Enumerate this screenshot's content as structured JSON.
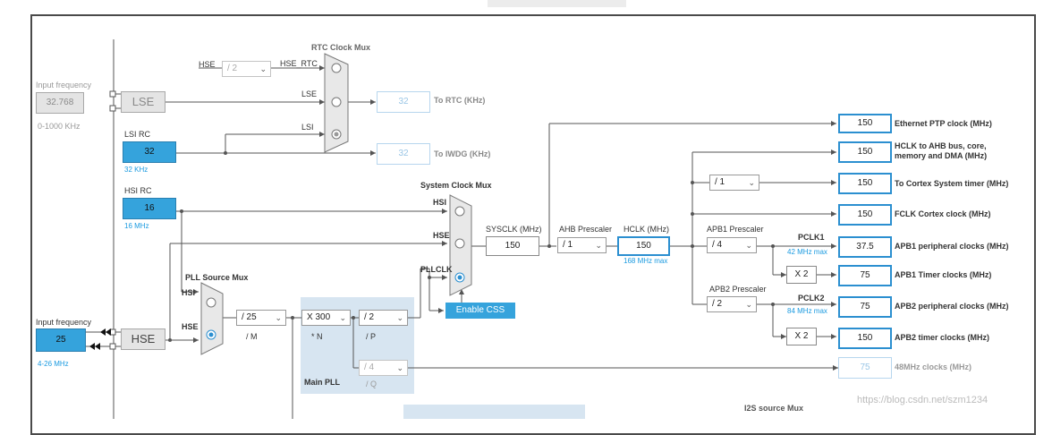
{
  "header": {
    "title_fragment": "g",
    "title_fragment2": "( )"
  },
  "lse": {
    "input_label": "Input frequency",
    "input_value": "32.768",
    "range": "0-1000 KHz",
    "block": "LSE"
  },
  "lsi": {
    "title": "LSI RC",
    "value": "32",
    "unit": "32 KHz"
  },
  "hsi": {
    "title": "HSI RC",
    "value": "16",
    "unit": "16 MHz"
  },
  "hse": {
    "input_label": "Input frequency",
    "input_value": "25",
    "range": "4-26 MHz",
    "block": "HSE"
  },
  "rtc_mux": {
    "title": "RTC Clock Mux",
    "hse_label": "HSE",
    "div": "/ 2",
    "hse_rtc": "HSE_RTC",
    "lse": "LSE",
    "lsi": "LSI",
    "rtc_value": "32",
    "rtc_label": "To RTC (KHz)",
    "iwdg_value": "32",
    "iwdg_label": "To IWDG (KHz)"
  },
  "sys_mux": {
    "title": "System Clock Mux",
    "hsi": "HSI",
    "hse": "HSE",
    "pllclk": "PLLCLK",
    "css_button": "Enable CSS"
  },
  "pll_src_mux": {
    "title": "PLL Source Mux",
    "hsi": "HSI",
    "hse": "HSE"
  },
  "pll": {
    "m_value": "/ 25",
    "m_label": "/ M",
    "n_value": "X 300",
    "n_label": "* N",
    "p_value": "/ 2",
    "p_label": "/ P",
    "q_value": "/ 4",
    "q_label": "/ Q",
    "panel_label": "Main PLL"
  },
  "sysclk": {
    "label": "SYSCLK (MHz)",
    "value": "150"
  },
  "ahb": {
    "label": "AHB Prescaler",
    "value": "/ 1"
  },
  "hclk": {
    "label": "HCLK (MHz)",
    "value": "150",
    "max": "168 MHz max"
  },
  "apb1": {
    "label": "APB1 Prescaler",
    "value": "/ 4",
    "pclk": "PCLK1",
    "max": "42 MHz max",
    "mult": "X 2"
  },
  "apb2": {
    "label": "APB2 Prescaler",
    "value": "/ 2",
    "pclk": "PCLK2",
    "max": "84 MHz max",
    "mult": "X 2"
  },
  "cortex_div": "/ 1",
  "outputs": [
    {
      "value": "150",
      "label": "Ethernet PTP clock (MHz)"
    },
    {
      "value": "150",
      "label": "HCLK to AHB bus, core, memory and DMA (MHz)"
    },
    {
      "value": "150",
      "label": "To Cortex System timer (MHz)"
    },
    {
      "value": "150",
      "label": "FCLK Cortex clock (MHz)"
    },
    {
      "value": "37.5",
      "label": "APB1 peripheral clocks (MHz)"
    },
    {
      "value": "75",
      "label": "APB1 Timer clocks (MHz)"
    },
    {
      "value": "75",
      "label": "APB2 peripheral clocks (MHz)"
    },
    {
      "value": "150",
      "label": "APB2 timer clocks (MHz)"
    },
    {
      "value": "75",
      "label": "48MHz clocks (MHz)"
    }
  ],
  "i2s": {
    "label": "I2S source Mux"
  },
  "watermark": "https://blog.csdn.net/szm1234"
}
